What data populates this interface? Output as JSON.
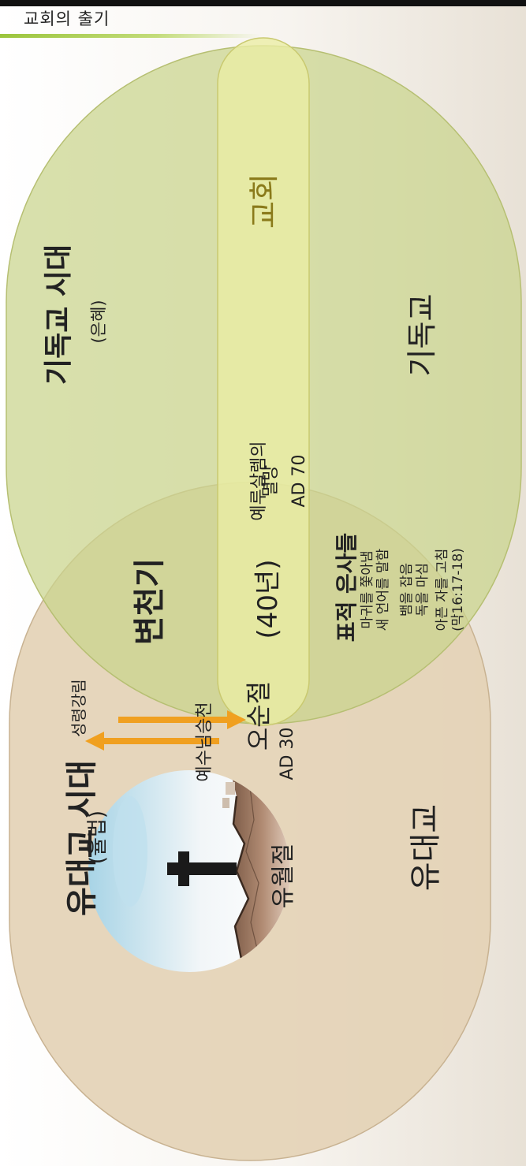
{
  "header": {
    "title": "교회의 출기"
  },
  "colors": {
    "christian_oval": "#cfd89a",
    "jewish_oval": "#e4d2b6",
    "church_band": "#eaeda4",
    "arrow": "#f0a020",
    "church_label": "#8a7a1a"
  },
  "christian_era": {
    "title": "기독교 시대",
    "subtitle": "(은혜)",
    "religion": "기독교"
  },
  "jewish_era": {
    "title": "유대교 시대",
    "subtitle": "(율법)",
    "religion": "유대교"
  },
  "church": {
    "label": "교회"
  },
  "transition": {
    "title": "변천기",
    "duration": "(40년)"
  },
  "jerusalem": {
    "line1": "예루살렘의",
    "line2": "멸망",
    "date": "AD 70"
  },
  "signs": {
    "title": "표적 은사들",
    "items": [
      "마귀를 쫓아냄",
      "새 언어를 말함",
      "뱀을 잡음",
      "독을 마심",
      "아픈 자를 고침",
      "(막16:17-18)"
    ]
  },
  "pentecost": {
    "label": "오순절",
    "date": "AD 30"
  },
  "holy_spirit": {
    "label": "성령강림"
  },
  "ascension": {
    "label": "예수님승천"
  },
  "passover": {
    "label": "유월절"
  },
  "icons": {
    "cross": "cross-icon",
    "arrows": [
      "arrow-right-icon",
      "arrow-left-icon"
    ]
  }
}
